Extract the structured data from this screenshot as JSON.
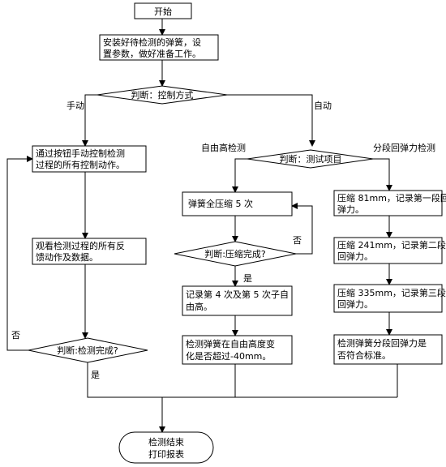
{
  "nodes": {
    "start": "开始",
    "prepare": [
      "安装好待检测的弹簧，设",
      "置参数，做好准备工作。"
    ],
    "decision_mode": "判断：控制方式",
    "manual_ops": [
      "通过按钮手动控制检测",
      "过程的所有控制动作。"
    ],
    "observe": [
      "观看检测过程的所有反",
      "馈动作及数据。"
    ],
    "decision_manual_done": "判断:检测完成?",
    "decision_test_item": "判断：测试项目",
    "compress5": "弹簧全压缩 5 次",
    "decision_compress_done": "判断:压缩完成?",
    "record_free_height": [
      "记录第 4 次及第 5 次子自",
      "由高。"
    ],
    "check_free_height": [
      "检测弹簧在自由高度变",
      "化是否超过-40mm。"
    ],
    "step1": [
      "压缩 81mm，记录第一段回",
      "弹力。"
    ],
    "step2": [
      "压缩 241mm，记录第二段",
      "回弹力。"
    ],
    "step3": [
      "压缩 335mm，记录第三段",
      "回弹力。"
    ],
    "check_rebound": [
      "检测弹簧分段回弹力是",
      "否符合标准。"
    ],
    "end": [
      "检测结束",
      "打印报表"
    ]
  },
  "edge_labels": {
    "manual": "手动",
    "auto": "自动",
    "free_height_test": "自由高检测",
    "rebound_test": "分段回弹力检测",
    "no_compress": "否",
    "yes_compress": "是",
    "no_manual": "否",
    "yes_manual": "是"
  }
}
